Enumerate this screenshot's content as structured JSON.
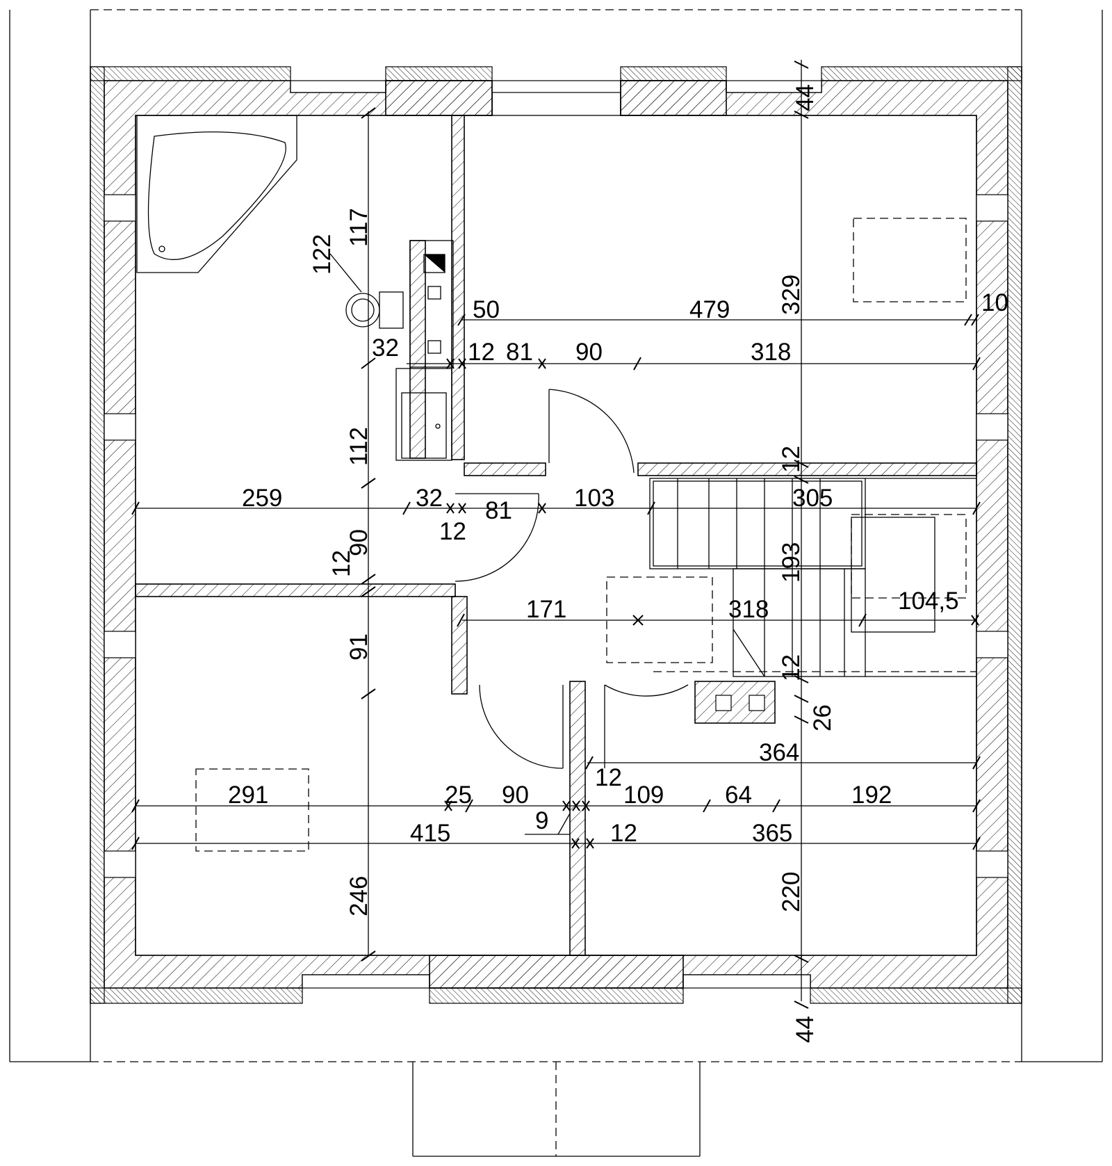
{
  "dimensions": {
    "wall_top": "44",
    "wall_bottom": "44",
    "bath_117": "117",
    "wc_122": "122",
    "d_50": "50",
    "d_479": "479",
    "d_329": "329",
    "d_10": "10",
    "d_32a": "32",
    "d_12a": "12",
    "d_81a": "81",
    "d_90a": "90",
    "d_318a": "318",
    "d_112": "112",
    "d_12b": "12",
    "d_259": "259",
    "d_32b": "32",
    "d_81b": "81",
    "d_103": "103",
    "d_305": "305",
    "d_12c": "12",
    "d_90b": "90",
    "d_12d": "12",
    "d_193": "193",
    "d_171": "171",
    "d_318b": "318",
    "d_104_5": "104,5",
    "d_91": "91",
    "d_12e": "12",
    "d_26": "26",
    "d_364": "364",
    "d_12f": "12",
    "d_291": "291",
    "d_25": "25",
    "d_90c": "90",
    "d_109": "109",
    "d_64": "64",
    "d_192": "192",
    "d_9": "9",
    "d_415": "415",
    "d_12g": "12",
    "d_365": "365",
    "d_246": "246",
    "d_220": "220"
  }
}
